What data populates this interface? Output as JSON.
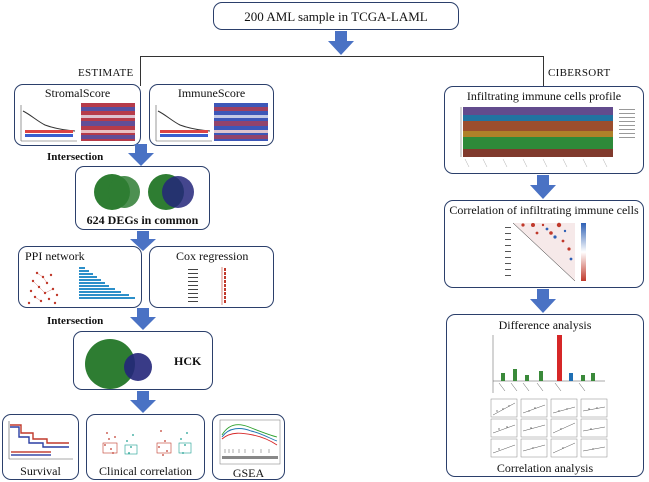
{
  "top": {
    "title": "200 AML sample in TCGA-LAML"
  },
  "branches": {
    "left": "ESTIMATE",
    "right": "CIBERSORT"
  },
  "left": {
    "stromal_title": "StromalScore",
    "immune_title": "ImmuneScore",
    "intersection_1": "Intersection",
    "degs": "624 DEGs in common",
    "ppi": "PPI network",
    "cox": "Cox regression",
    "intersection_2": "Intersection",
    "hck": "HCK",
    "survival": "Survival",
    "clinical": "Clinical correlation",
    "gsea": "GSEA"
  },
  "right": {
    "profile": "Infiltrating immune cells profile",
    "correlation_cells": "Correlation of infiltrating immune cells",
    "difference": "Difference analysis",
    "correlation_analysis": "Correlation analysis"
  },
  "colors": {
    "box_border": "#2b3f6b",
    "arrow": "#4a72c4",
    "venn_green": "#2e7d32",
    "venn_blue": "#23267a"
  }
}
